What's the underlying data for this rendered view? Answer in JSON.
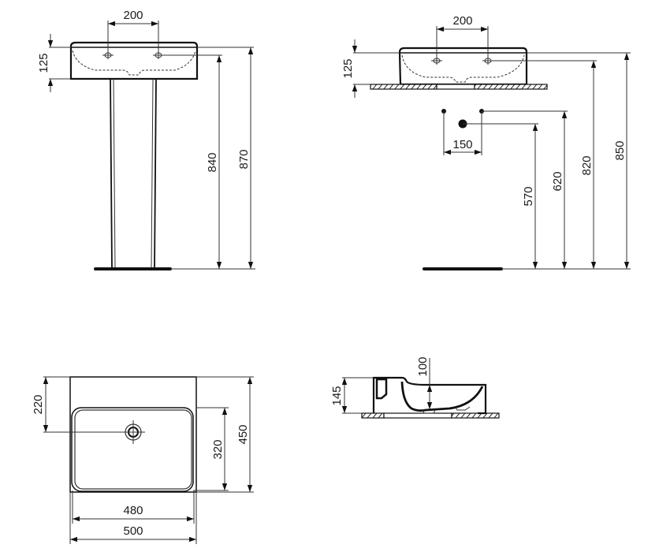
{
  "drawing": {
    "title": "Washbasin technical dimension drawing",
    "units": "mm",
    "background": "#ffffff",
    "line_color": "#111111"
  },
  "views": {
    "front_pedestal": {
      "tap_spacing": "200",
      "basin_height": "125",
      "tap_height": "840",
      "rim_height": "870"
    },
    "front_countertop": {
      "tap_spacing": "200",
      "basin_height": "125",
      "waste_height": "570",
      "supply_height": "620",
      "tap_height": "820",
      "rim_height": "850",
      "supply_spacing": "150"
    },
    "plan": {
      "waste_offset": "220",
      "bowl_depth": "320",
      "overall_depth": "450",
      "bowl_width": "480",
      "overall_width": "500"
    },
    "side_section": {
      "overall_height": "145",
      "bowl_depth": "100"
    }
  }
}
